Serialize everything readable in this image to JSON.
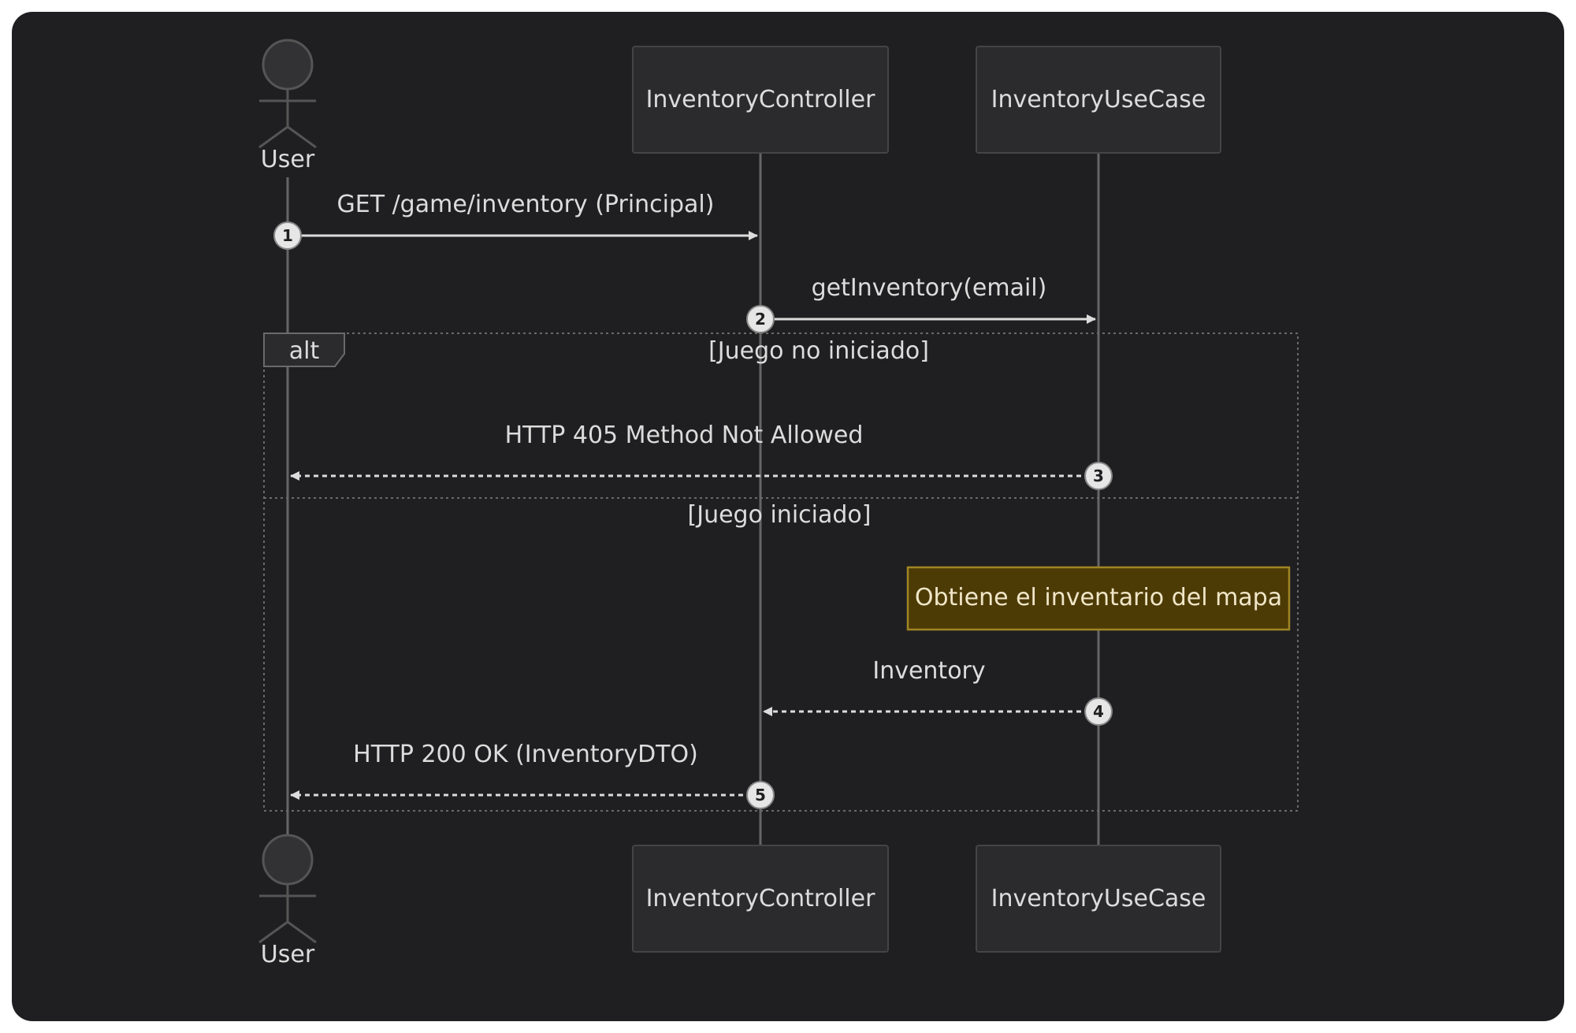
{
  "participants": {
    "user": "User",
    "controller": "InventoryController",
    "usecase": "InventoryUseCase"
  },
  "messages": [
    {
      "num": "1",
      "label": "GET /game/inventory (Principal)"
    },
    {
      "num": "2",
      "label": "getInventory(email)"
    },
    {
      "num": "3",
      "label": "HTTP 405 Method Not Allowed"
    },
    {
      "num": "4",
      "label": "Inventory"
    },
    {
      "num": "5",
      "label": "HTTP 200 OK (InventoryDTO)"
    }
  ],
  "fragment": {
    "keyword": "alt",
    "condition1": "[Juego no iniciado]",
    "condition2": "[Juego iniciado]"
  },
  "note": "Obtiene el inventario del mapa",
  "colors": {
    "background": "#1f1f21",
    "box_fill": "#2b2b2e",
    "line": "#cccccc",
    "note_fill": "#4d3b06",
    "note_border": "#a08524"
  }
}
